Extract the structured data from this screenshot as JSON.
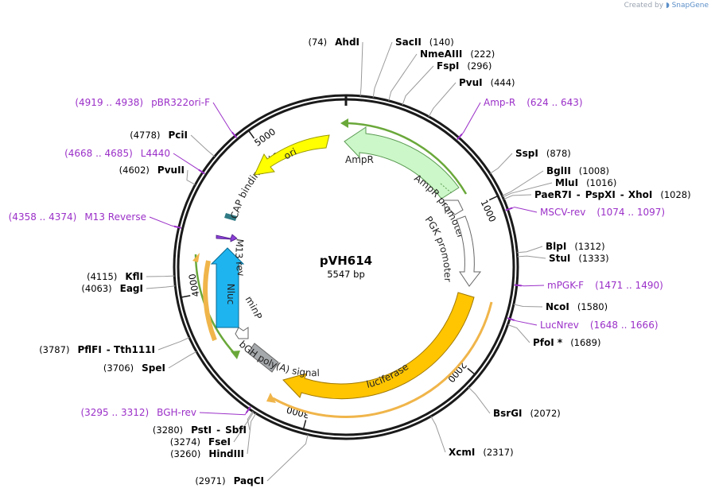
{
  "header": {
    "created_by": "Created by",
    "brand": "SnapGene",
    "brand_icon": "snapgene-icon"
  },
  "plasmid": {
    "name": "pVH614",
    "length_label": "5547 bp",
    "length": 5547
  },
  "ticks": [
    {
      "label": "1000",
      "bp": 1000
    },
    {
      "label": "2000",
      "bp": 2000
    },
    {
      "label": "3000",
      "bp": 3000
    },
    {
      "label": "4000",
      "bp": 4000
    },
    {
      "label": "5000",
      "bp": 5000
    }
  ],
  "sites": [
    {
      "id": "ahdi",
      "name": "AhdI",
      "pos": "(74)",
      "bp": 74
    },
    {
      "id": "sacii",
      "name": "SacII",
      "pos": "(140)",
      "bp": 140
    },
    {
      "id": "nmeaiii",
      "name": "NmeAIII",
      "pos": "(222)",
      "bp": 222
    },
    {
      "id": "fspi",
      "name": "FspI",
      "pos": "(296)",
      "bp": 296
    },
    {
      "id": "pvui",
      "name": "PvuI",
      "pos": "(444)",
      "bp": 444
    },
    {
      "id": "sspi",
      "name": "SspI",
      "pos": "(878)",
      "bp": 878
    },
    {
      "id": "bglii",
      "name": "BglII",
      "pos": "(1008)",
      "bp": 1008
    },
    {
      "id": "mlui",
      "name": "MluI",
      "pos": "(1016)",
      "bp": 1016
    },
    {
      "id": "paer7i",
      "name": "PaeR7I",
      "name2": "PspXI",
      "name3": "XhoI",
      "sep": "-",
      "pos": "(1028)",
      "bp": 1028
    },
    {
      "id": "blpi",
      "name": "BlpI",
      "pos": "(1312)",
      "bp": 1312
    },
    {
      "id": "stui",
      "name": "StuI",
      "pos": "(1333)",
      "bp": 1333
    },
    {
      "id": "ncoi",
      "name": "NcoI",
      "pos": "(1580)",
      "bp": 1580
    },
    {
      "id": "pfoi",
      "name": "PfoI *",
      "pos": "(1689)",
      "bp": 1689
    },
    {
      "id": "bsrgi",
      "name": "BsrGI",
      "pos": "(2072)",
      "bp": 2072
    },
    {
      "id": "xcmi",
      "name": "XcmI",
      "pos": "(2317)",
      "bp": 2317
    },
    {
      "id": "paqci",
      "name": "PaqCI",
      "pos": "(2971)",
      "bp": 2971
    },
    {
      "id": "hindiii",
      "name": "HindIII",
      "pos": "(3260)",
      "bp": 3260
    },
    {
      "id": "fsei",
      "name": "FseI",
      "pos": "(3274)",
      "bp": 3274
    },
    {
      "id": "psti",
      "name": "PstI",
      "name2": "SbfI",
      "sep": "-",
      "pos": "(3280)",
      "bp": 3280
    },
    {
      "id": "spei",
      "name": "SpeI",
      "pos": "(3706)",
      "bp": 3706
    },
    {
      "id": "pflfi",
      "name": "PflFI",
      "name2": "Tth111I",
      "sep": "-",
      "pos": "(3787)",
      "bp": 3787
    },
    {
      "id": "eagi",
      "name": "EagI",
      "pos": "(4063)",
      "bp": 4063
    },
    {
      "id": "kfli",
      "name": "KflI",
      "pos": "(4115)",
      "bp": 4115
    },
    {
      "id": "pvuii",
      "name": "PvuII",
      "pos": "(4602)",
      "bp": 4602
    },
    {
      "id": "pcii",
      "name": "PciI",
      "pos": "(4778)",
      "bp": 4778
    }
  ],
  "primers": [
    {
      "id": "amp-r",
      "name": "Amp-R",
      "range": "(624 .. 643)",
      "bp": 633
    },
    {
      "id": "mscv-rev",
      "name": "MSCV-rev",
      "range": "(1074 .. 1097)",
      "bp": 1085
    },
    {
      "id": "mpgk-f",
      "name": "mPGK-F",
      "range": "(1471 .. 1490)",
      "bp": 1480
    },
    {
      "id": "lucnrev",
      "name": "LucNrev",
      "range": "(1648 .. 1666)",
      "bp": 1657
    },
    {
      "id": "bgh-rev",
      "name": "BGH-rev",
      "range": "(3295 .. 3312)",
      "bp": 3303
    },
    {
      "id": "m13-reverse",
      "name": "M13 Reverse",
      "range": "(4358 .. 4374)",
      "bp": 4366
    },
    {
      "id": "l4440",
      "name": "L4440",
      "range": "(4668 .. 4685)",
      "bp": 4676
    },
    {
      "id": "pbr322ori-f",
      "name": "pBR322ori-F",
      "range": "(4919 .. 4938)",
      "bp": 4928
    }
  ],
  "features": {
    "ampr": "AmpR",
    "ampr_promoter": "AmpR promoter",
    "pgk_promoter": "PGK promoter",
    "luciferase": "luciferase",
    "bgh_polya": "bGH poly(A) signal",
    "minp": "minP",
    "nluc": "Nluc",
    "m13_rev": "M13 rev",
    "cap_site": "CAP binding site",
    "ori": "ori"
  },
  "colors": {
    "ampr_fill": "#ccf7c8",
    "ampr_stroke": "#5a9a52",
    "orf_green": "#6aa83a",
    "luciferase_fill": "#ffc500",
    "orf_orange": "#f0b54a",
    "ori_fill": "#ffff00",
    "nluc_fill": "#1eb4f0",
    "polya_fill": "#a6a9ac",
    "cap_fill": "#2f7a84",
    "m13_fill": "#8a3fd6",
    "primer": "#9b30c8",
    "backbone": "#1a1a1a"
  }
}
